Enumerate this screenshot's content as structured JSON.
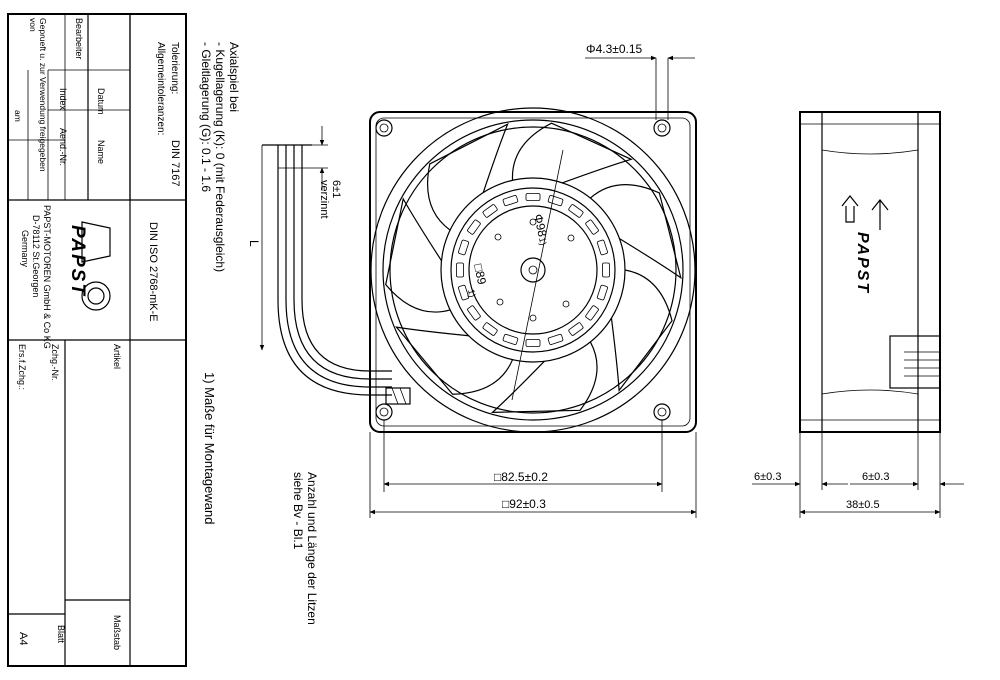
{
  "title_block": {
    "tolerance_label": "Tolerierung:",
    "general_tolerances_label": "Allgemeintoleranzen:",
    "din_7167": "DIN 7167",
    "din_iso": "DIN ISO 2768-mK-E",
    "bearbeiter": "Bearbeiter",
    "datum": "Datum",
    "name": "Name",
    "index": "Index",
    "aend_nr": "Aend.-Nr.",
    "geprueft": "Geprueft u. zur Verwendung freigegeben",
    "von": "von",
    "am": "am",
    "logo": "PAPST",
    "company": "PAPST-MOTOREN GmbH & Co KG",
    "address": "D-78112 St.Georgen",
    "country": "Germany",
    "artikel": "Artikel",
    "zchg_nr": "Zchg.-Nr.",
    "ers_f_zchg": "Ers.f.Zchg.:",
    "massstab": "Maßstab",
    "blatt": "Blatt",
    "format": "A4"
  },
  "notes": {
    "axial_title": "Axialspiel bei",
    "ball_bearing": "- Kugellagerung (K): 0 (mit Federausgleich)",
    "sleeve_bearing": "- Gleitlagerung (G): 0.1 - 1.6",
    "footnote": "1)  Maße für Montagewand",
    "wire_note_1": "Anzahl und Länge der Litzen",
    "wire_note_2": "siehe Bv - Bl.1"
  },
  "dimensions": {
    "hole": "Φ4.3±0.15",
    "strip": "6±1",
    "tinned": "verzinnt",
    "length": "L",
    "diameter": "Φ98",
    "footnote_marker": "1)",
    "square_small": "□89",
    "square_small_ref": "1)",
    "pitch": "□82.5±0.2",
    "frame": "□92±0.3",
    "flange_left": "6±0.3",
    "flange_right": "6±0.3",
    "depth": "38±0.5"
  },
  "side_view": {
    "logo": "PAPST"
  }
}
